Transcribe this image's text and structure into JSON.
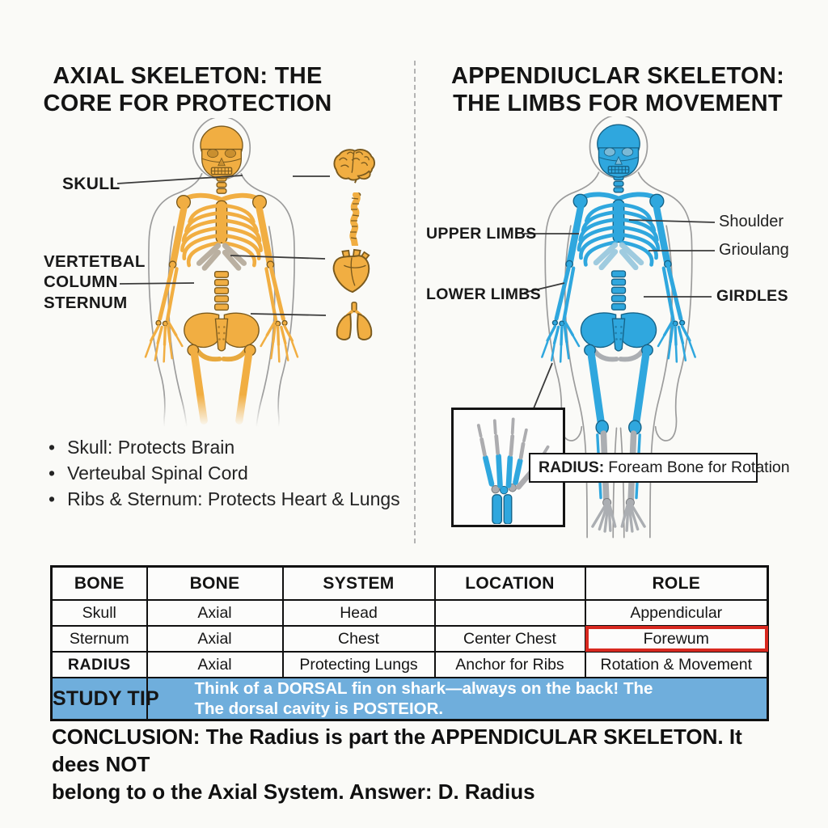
{
  "left_panel": {
    "title_line1": "AXIAL SKELETON: THE",
    "title_line2": "CORE FOR PROTECTION",
    "labels": {
      "skull": "SKULL",
      "vertebral_lines": [
        "VERTETBAL",
        "COLUMN",
        "STERNUM"
      ]
    },
    "bullets": [
      "Skull: Protects Brain",
      "Verteubal Spinal Cord",
      "Ribs & Sternum: Protects Heart & Lungs"
    ],
    "organ_icons": [
      "brain-icon",
      "spine-icon",
      "heart-icon",
      "lungs-icon"
    ]
  },
  "right_panel": {
    "title_line1": "APPENDIUCLAR SKELETON:",
    "title_line2": "THE LIMBS FOR MOVEMENT",
    "labels": {
      "upper_limbs": "UPPER LIMBS",
      "lower_limbs": "LOWER LIMBS",
      "shoulder": "Shoulder",
      "girdle_word": "Grioulang",
      "girdles": "GIRDLES"
    },
    "radius_callout": {
      "term": "RADIUS:",
      "rest": "Foream Bone for Rotation"
    }
  },
  "table": {
    "headers": [
      "BONE",
      "BONE",
      "SYSTEM",
      "LOCATION",
      "ROLE"
    ],
    "rows": [
      [
        "Skull",
        "Axial",
        "Head",
        "",
        "Appendicular"
      ],
      [
        "Sternum",
        "Axial",
        "Chest",
        "Center Chest",
        "Forewum"
      ],
      [
        "RADIUS",
        "Axial",
        "Protecting Lungs",
        "Anchor for Ribs",
        "Rotation & Movement"
      ]
    ],
    "study_tip": {
      "label": "STUDY TIP",
      "line1": "Think of a DORSAL fin on shark—always on the back! The",
      "line2": "The dorsal cavity is POSTEIOR."
    }
  },
  "conclusion": {
    "line1": "CONCLUSION: The Radius is part the APPENDICULAR SKELETON. It dees NOT",
    "line2": "belong to o the Axial System. Answer: D. Radius"
  },
  "colors": {
    "axial_bone": "#F1AE42",
    "appendicular_bone": "#2FA7DE",
    "gray_bone": "#ACACAF",
    "study_tip_bg": "#6FAEDC",
    "alert_red": "#D8281F"
  }
}
